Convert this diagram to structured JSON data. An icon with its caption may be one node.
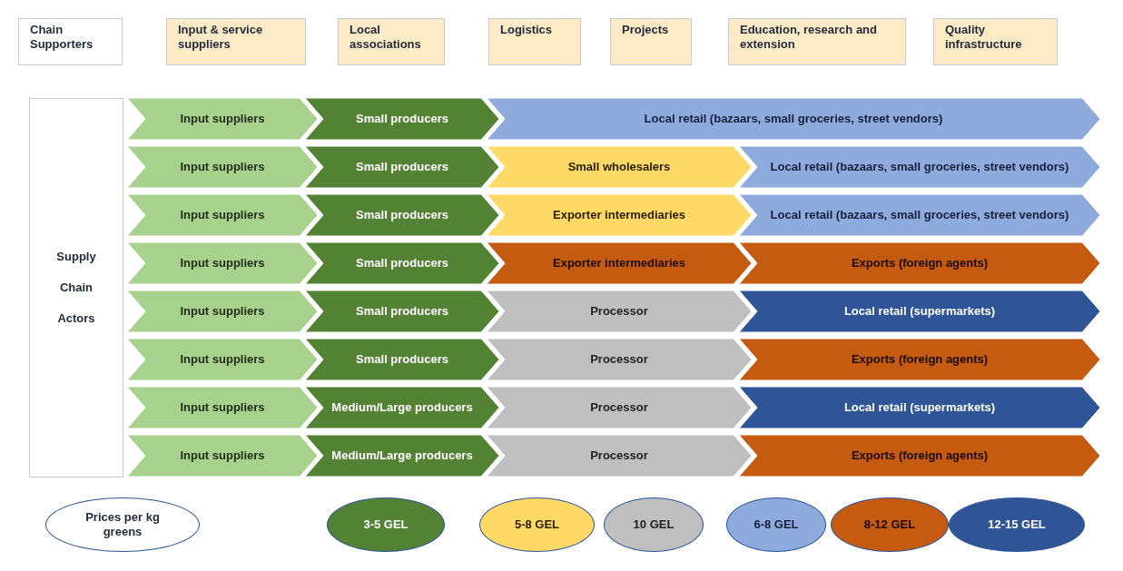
{
  "diagram": {
    "nodes": [
      {
        "text": [
          "Chain Supporters"
        ]
      },
      {
        "text": [
          "Input & service suppliers"
        ]
      },
      {
        "text": [
          "Local associations"
        ]
      },
      {
        "text": [
          "Logistics"
        ]
      },
      {
        "text": [
          "Projects"
        ]
      },
      {
        "text": [
          "Education, research and extension"
        ]
      },
      {
        "text": [
          "Quality infrastructure"
        ]
      },
      {
        "text": [
          "Supply Chain Actors"
        ]
      },
      {
        "text": [
          "Input suppliers"
        ]
      },
      {
        "text": [
          "Small producers"
        ]
      },
      {
        "text": [
          "Local retail (bazaars, small groceries, street vendors)"
        ]
      },
      {
        "text": [
          "Input suppliers"
        ]
      },
      {
        "text": [
          "Small producers"
        ]
      },
      {
        "text": [
          "Small wholesalers"
        ]
      },
      {
        "text": [
          "Local retail (bazaars, small groceries, street vendors)"
        ]
      },
      {
        "text": [
          "Input suppliers"
        ]
      },
      {
        "text": [
          "Small producers"
        ]
      },
      {
        "text": [
          "Exporter intermediaries"
        ]
      },
      {
        "text": [
          "Local retail (bazaars, small groceries, street vendors)"
        ]
      },
      {
        "text": [
          "Input suppliers"
        ]
      },
      {
        "text": [
          "Small producers"
        ]
      },
      {
        "text": [
          "Exporter intermediaries"
        ]
      },
      {
        "text": [
          "Exports (foreign agents)"
        ]
      },
      {
        "text": [
          "Input suppliers"
        ]
      },
      {
        "text": [
          "Small producers"
        ]
      },
      {
        "text": [
          "Processor"
        ]
      },
      {
        "text": [
          "Local retail (supermarkets)"
        ]
      },
      {
        "text": [
          "Input suppliers"
        ]
      },
      {
        "text": [
          "Small producers"
        ]
      },
      {
        "text": [
          "Processor"
        ]
      },
      {
        "text": [
          "Exports (foreign agents)"
        ]
      },
      {
        "text": [
          "Input suppliers"
        ]
      },
      {
        "text": [
          "Medium/Large producers"
        ]
      },
      {
        "text": [
          "Processor"
        ]
      },
      {
        "text": [
          "Local retail (supermarkets)"
        ]
      },
      {
        "text": [
          "Input suppliers"
        ]
      },
      {
        "text": [
          "Medium/Large producers"
        ]
      },
      {
        "text": [
          "Processor"
        ]
      },
      {
        "text": [
          "Exports (foreign agents)"
        ]
      },
      {
        "text": [
          "Prices per kg greens"
        ]
      },
      {
        "text": [
          "3-5 GEL"
        ]
      },
      {
        "text": [
          "5-8 GEL"
        ]
      },
      {
        "text": [
          "10 GEL"
        ]
      },
      {
        "text": [
          "6-8 GEL"
        ]
      },
      {
        "text": [
          "8-12 GEL"
        ]
      },
      {
        "text": [
          "12-15 GEL"
        ]
      }
    ],
    "edges": []
  }
}
